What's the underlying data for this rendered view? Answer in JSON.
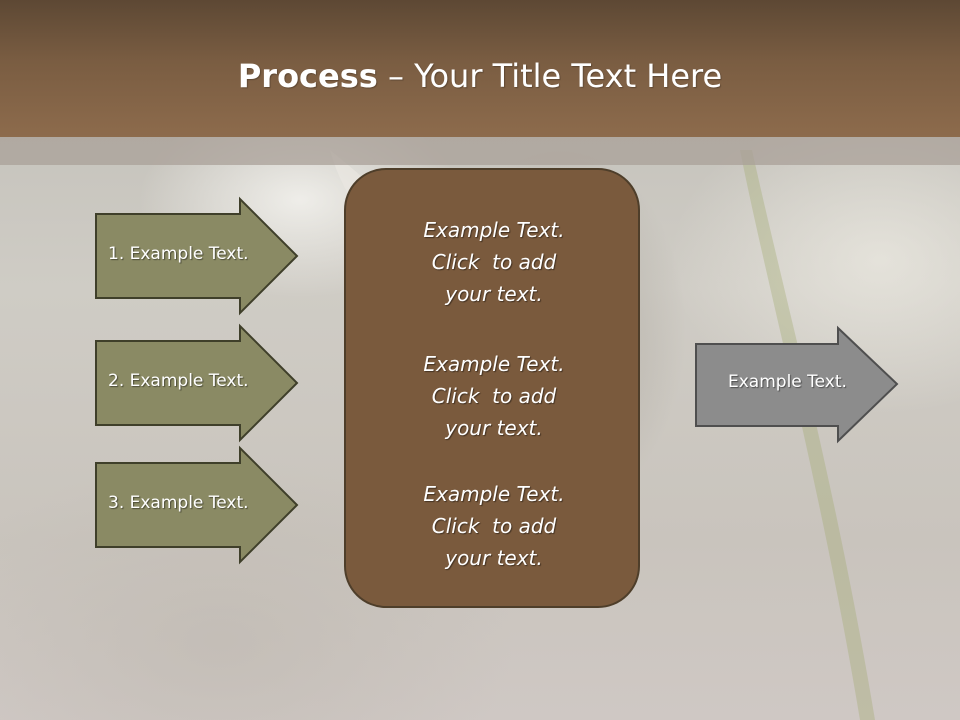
{
  "title": {
    "bold": "Process",
    "rest": " – Your Title Text Here"
  },
  "colors": {
    "header": "#7a5d42",
    "input_arrow_fill": "#8a8a64",
    "input_arrow_stroke": "#3f3f2a",
    "center_box_fill": "#7a5a3d",
    "output_arrow_fill": "#8c8c8c"
  },
  "inputs": [
    {
      "label": "1. Example Text."
    },
    {
      "label": "2. Example Text."
    },
    {
      "label": "3. Example Text."
    }
  ],
  "center": {
    "blocks": [
      {
        "line1": "Example Text.",
        "line2": "Click  to add",
        "line3": "your text."
      },
      {
        "line1": "Example Text.",
        "line2": "Click  to add",
        "line3": "your text."
      },
      {
        "line1": "Example Text.",
        "line2": "Click  to add",
        "line3": "your text."
      }
    ]
  },
  "output": {
    "label": "Example Text."
  }
}
